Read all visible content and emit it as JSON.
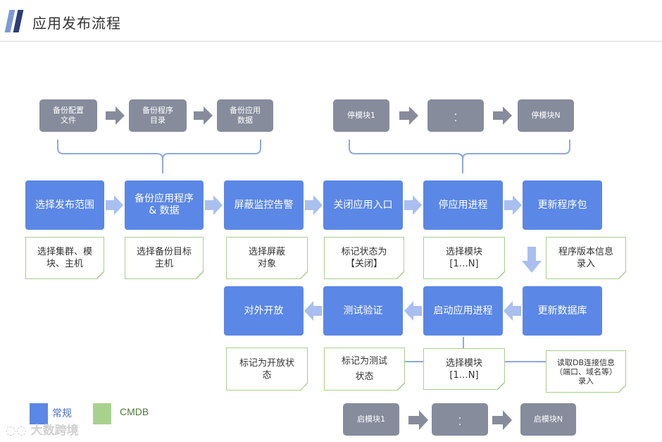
{
  "page": {
    "title": "应用发布流程"
  },
  "backup_steps": [
    {
      "label": "备份配置\n文件"
    },
    {
      "label": "备份程序\n目录"
    },
    {
      "label": "备份应用\n数据"
    }
  ],
  "stop_modules": [
    {
      "label": "停模块1"
    },
    {
      "label": ".\n."
    },
    {
      "label": "停模块N"
    }
  ],
  "start_modules": [
    {
      "label": "启模块1"
    },
    {
      "label": ".\n."
    },
    {
      "label": "启模块N"
    }
  ],
  "row1_steps": [
    {
      "label": "选择发布范围"
    },
    {
      "label": "备份应用程序\n& 数据"
    },
    {
      "label": "屏蔽监控告警"
    },
    {
      "label": "关闭应用入口"
    },
    {
      "label": "停应用进程"
    },
    {
      "label": "更新程序包"
    }
  ],
  "row1_notes": [
    {
      "label": "选择集群、模\n块、主机"
    },
    {
      "label": "选择备份目标\n主机"
    },
    {
      "label": "选择屏蔽\n对象"
    },
    {
      "label": "标记状态为\n【关闭】"
    },
    {
      "label": "选择模块\n[1…N]"
    },
    {
      "label": "程序版本信息\n录入"
    }
  ],
  "row2_steps": [
    {
      "label": "对外开放"
    },
    {
      "label": "测试验证"
    },
    {
      "label": "启动应用进程"
    },
    {
      "label": "更新数据库"
    }
  ],
  "row2_notes": [
    {
      "label": "标记为开放状\n态"
    },
    {
      "label": "标记为测试\n状态"
    },
    {
      "label": "选择模块\n[1…N]"
    },
    {
      "label": "读取DB连接信息\n（端口、域名等）\n录入"
    }
  ],
  "legend": [
    {
      "label": "常规",
      "color": "#5b87e6"
    },
    {
      "label": "CMDB",
      "color": "#a9d18e"
    }
  ],
  "watermark": {
    "text": "大数跨境"
  },
  "colors": {
    "gray_box": "#878c9c",
    "blue_box": "#5b87e6",
    "note_border": "#a8d08d",
    "arrow_gray": "#878c9c",
    "arrow_blue": "#a9bff0",
    "brace": "#8fa9e0"
  }
}
